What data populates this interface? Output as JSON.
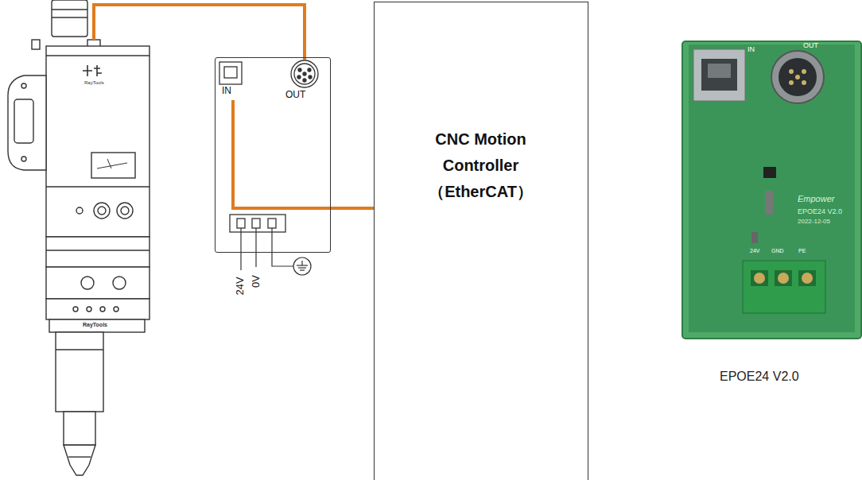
{
  "diagram": {
    "nodes": [
      {
        "text": [
          "IN",
          "OUT"
        ]
      },
      {
        "text": [
          "CNC Motion Controller （EtherCAT）"
        ]
      }
    ],
    "edges": [
      {
        "from": 0,
        "to": 1,
        "arrow": "none"
      }
    ],
    "labels": [
      "RayTools",
      "RayTools",
      "24V",
      "0V",
      "IN",
      "OUT",
      "Empower",
      "EPOE24 V2.0",
      "2022-12-05",
      "24V",
      "GND",
      "PE",
      "EPOE24 V2.0"
    ]
  }
}
